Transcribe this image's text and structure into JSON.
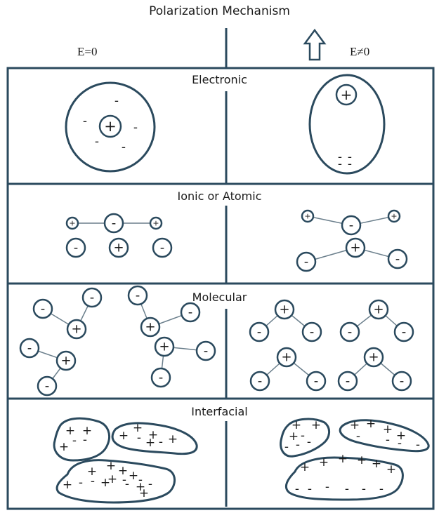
{
  "title": "Polarization Mechanism",
  "field_zero_label": "E=0",
  "field_nonzero_label": "E≠0",
  "colors": {
    "outline": "#2b4a5e",
    "text": "#1a1a1a"
  },
  "sections": [
    {
      "label": "Electronic"
    },
    {
      "label": "Ionic or Atomic"
    },
    {
      "label": "Molecular"
    },
    {
      "label": "Interfacial"
    }
  ],
  "symbols": {
    "plus": "+",
    "minus": "-"
  }
}
